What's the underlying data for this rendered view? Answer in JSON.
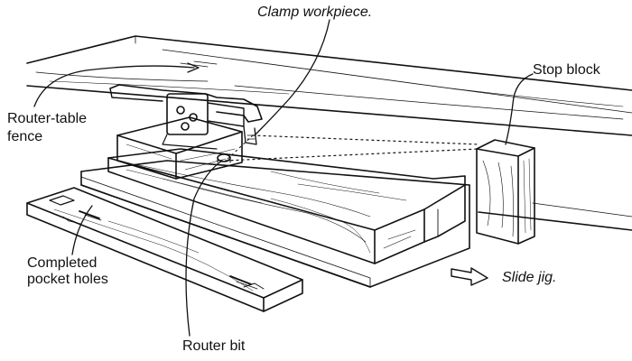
{
  "labels": {
    "clamp_workpiece": "Clamp workpiece.",
    "stop_block": "Stop block",
    "router_table_fence_line1": "Router-table",
    "router_table_fence_line2": "fence",
    "completed_pocket_holes_line1": "Completed",
    "completed_pocket_holes_line2": "pocket holes",
    "slide_jig": "Slide jig.",
    "router_bit": "Router bit"
  },
  "colors": {
    "ink": "#111111",
    "paper": "#ffffff"
  },
  "icons": {
    "slide_arrow": "outline-arrow-right"
  }
}
